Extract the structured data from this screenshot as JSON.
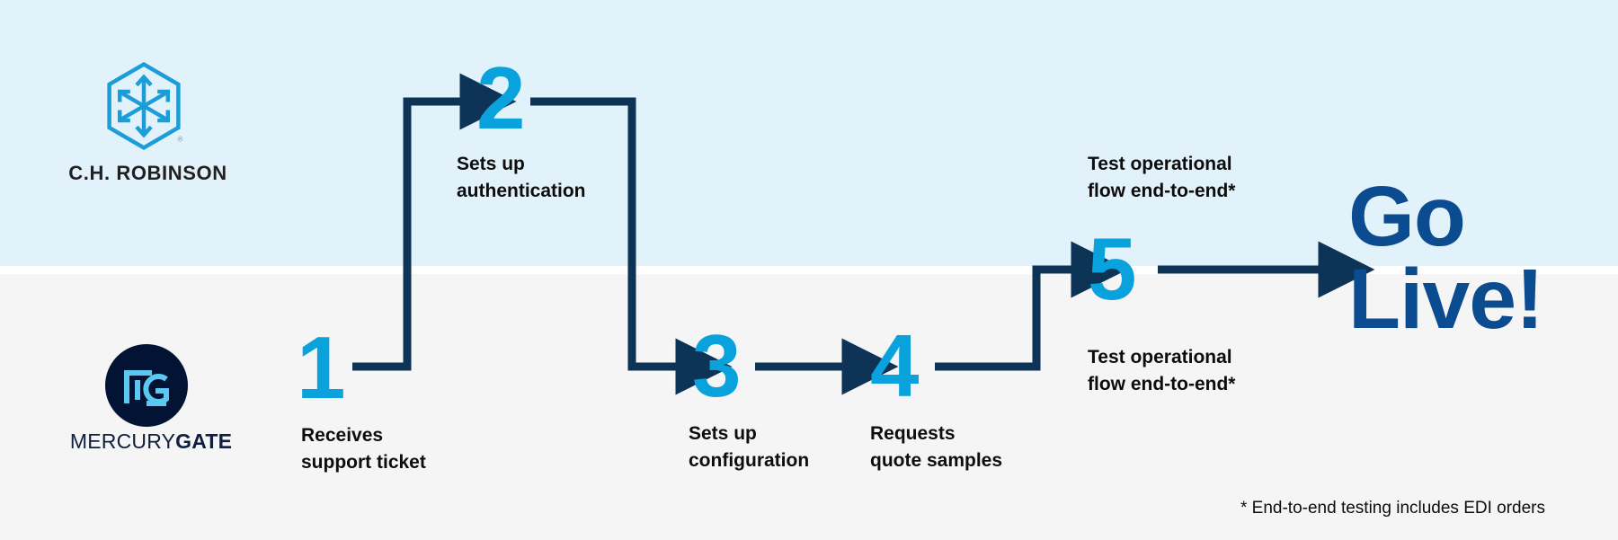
{
  "meta": {
    "title": "C.H. Robinson / MercuryGate onboarding flow",
    "colors": {
      "band_top": "#e2f2fb",
      "band_bottom": "#f5f5f5",
      "accent_light_blue": "#0aa2dc",
      "connector_navy": "#0d3457",
      "golive_blue": "#0b4b8f",
      "mercurygate_navy": "#031334",
      "text_black": "#0d0d0d"
    }
  },
  "logos": {
    "chrobinson": {
      "icon_name": "ch-robinson-hexagon-arrows-logo",
      "wordmark": "C.H. ROBINSON"
    },
    "mercurygate": {
      "icon_name": "mercurygate-mg-monogram-logo",
      "wordmark_light": "MERCURY",
      "wordmark_bold": "GATE"
    }
  },
  "steps": [
    {
      "number": "1",
      "label": "Receives\nsupport ticket",
      "lane": "mercurygate"
    },
    {
      "number": "2",
      "label": "Sets up\nauthentication",
      "lane": "chrobinson"
    },
    {
      "number": "3",
      "label": "Sets up\nconfiguration",
      "lane": "mercurygate"
    },
    {
      "number": "4",
      "label": "Requests\nquote samples",
      "lane": "mercurygate"
    },
    {
      "number": "5",
      "label_top": "Test operational\nflow end-to-end*",
      "label_bottom": "Test operational\nflow end-to-end*",
      "lane": "both"
    }
  ],
  "outcome": {
    "text": "Go\nLive!"
  },
  "footnote": {
    "text": "* End-to-end testing includes EDI orders"
  }
}
